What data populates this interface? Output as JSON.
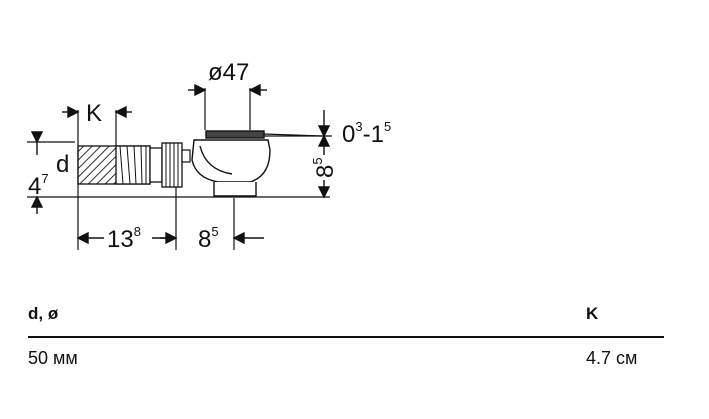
{
  "diagram": {
    "dim_diameter": "ø47",
    "dim_k": "K",
    "dim_d": "d",
    "dim_height_main": "4",
    "dim_height_sup": "7",
    "dim_length_main": "13",
    "dim_length_sup": "8",
    "dim_offset_main": "8",
    "dim_offset_sup": "5",
    "dim_trap_height_main": "8",
    "dim_trap_height_sup": "5",
    "dim_adjust_a_main": "0",
    "dim_adjust_a_sup": "3",
    "dim_adjust_sep": "-1",
    "dim_adjust_b_sup": "5"
  },
  "table": {
    "col_d": "d, ø",
    "col_k": "K",
    "row_d": "50 мм",
    "row_k": "4.7 см"
  }
}
